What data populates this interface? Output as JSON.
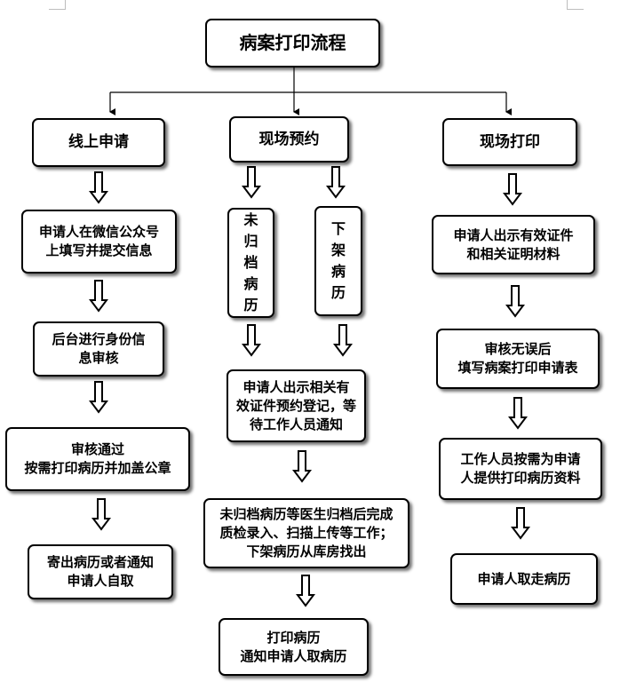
{
  "title": "病案打印流程",
  "columns": {
    "online": {
      "header": "线上申请",
      "steps": [
        "申请人在微信公众号\n上填写并提交信息",
        "后台进行身份信\n息审核",
        "审核通过\n按需打印病历并加盖公章",
        "寄出病历或者通知\n申请人自取"
      ]
    },
    "onsite_reserve": {
      "header": "现场预约",
      "branch_left": "未\n归\n档\n病\n历",
      "branch_right": "下\n架\n病\n历",
      "steps": [
        "申请人出示相关有\n效证件预约登记，等\n待工作人员通知",
        "未归档病历等医生归档后完成\n质检录入、扫描上传等工作；\n下架病历从库房找出",
        "打印病历\n通知申请人取病历"
      ]
    },
    "onsite_print": {
      "header": "现场打印",
      "steps": [
        "申请人出示有效证件\n和相关证明材料",
        "审核无误后\n填写病案打印申请表",
        "工作人员按需为申请\n人提供打印病历资料",
        "申请人取走病历"
      ]
    }
  }
}
